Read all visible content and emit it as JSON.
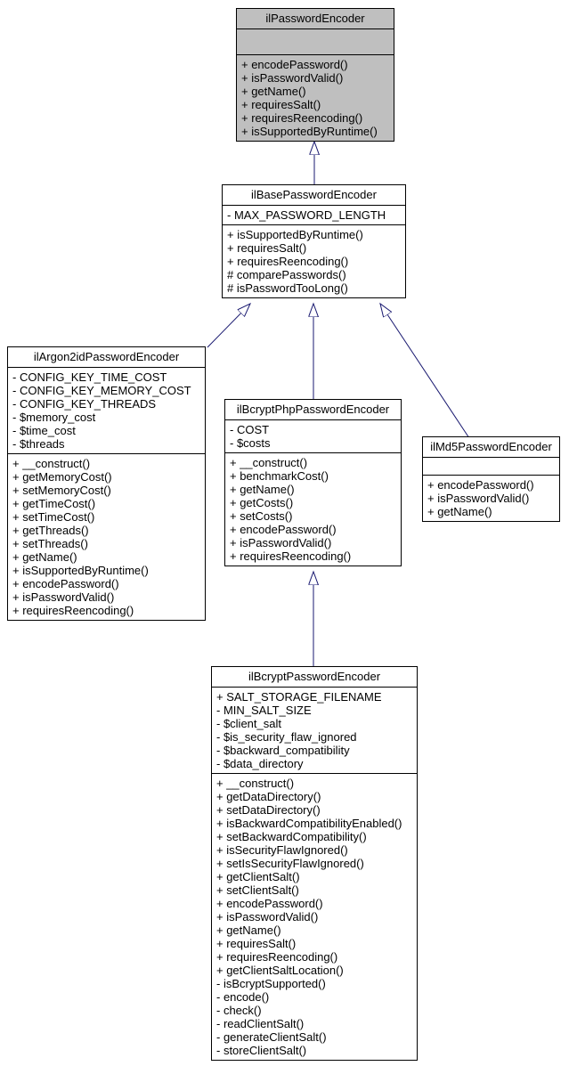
{
  "diagram": {
    "type": "uml-class-inheritance",
    "background_color": "#ffffff",
    "node_border_color": "#000000",
    "node_fill_color": "#ffffff",
    "highlight_fill_color": "#bfbfbf",
    "arrow_color": "#191970"
  },
  "classes": [
    {
      "title": "ilPasswordEncoder",
      "highlighted": true,
      "attributes": [],
      "methods": [
        "+ encodePassword()",
        "+ isPasswordValid()",
        "+ getName()",
        "+ requiresSalt()",
        "+ requiresReencoding()",
        "+ isSupportedByRuntime()"
      ]
    },
    {
      "title": "ilBasePasswordEncoder",
      "highlighted": false,
      "attributes": [
        "- MAX_PASSWORD_LENGTH"
      ],
      "methods": [
        "+ isSupportedByRuntime()",
        "+ requiresSalt()",
        "+ requiresReencoding()",
        "# comparePasswords()",
        "# isPasswordTooLong()"
      ]
    },
    {
      "title": "ilArgon2idPasswordEncoder",
      "highlighted": false,
      "attributes": [
        "- CONFIG_KEY_TIME_COST",
        "- CONFIG_KEY_MEMORY_COST",
        "- CONFIG_KEY_THREADS",
        "- $memory_cost",
        "- $time_cost",
        "- $threads"
      ],
      "methods": [
        "+ __construct()",
        "+ getMemoryCost()",
        "+ setMemoryCost()",
        "+ getTimeCost()",
        "+ setTimeCost()",
        "+ getThreads()",
        "+ setThreads()",
        "+ getName()",
        "+ isSupportedByRuntime()",
        "+ encodePassword()",
        "+ isPasswordValid()",
        "+ requiresReencoding()"
      ]
    },
    {
      "title": "ilBcryptPhpPasswordEncoder",
      "highlighted": false,
      "attributes": [
        "- COST",
        "- $costs"
      ],
      "methods": [
        "+ __construct()",
        "+ benchmarkCost()",
        "+ getName()",
        "+ getCosts()",
        "+ setCosts()",
        "+ encodePassword()",
        "+ isPasswordValid()",
        "+ requiresReencoding()"
      ]
    },
    {
      "title": "ilMd5PasswordEncoder",
      "highlighted": false,
      "attributes": [],
      "methods": [
        "+ encodePassword()",
        "+ isPasswordValid()",
        "+ getName()"
      ]
    },
    {
      "title": "ilBcryptPasswordEncoder",
      "highlighted": false,
      "attributes": [
        "+ SALT_STORAGE_FILENAME",
        "- MIN_SALT_SIZE",
        "- $client_salt",
        "- $is_security_flaw_ignored",
        "- $backward_compatibility",
        "- $data_directory"
      ],
      "methods": [
        "+ __construct()",
        "+ getDataDirectory()",
        "+ setDataDirectory()",
        "+ isBackwardCompatibilityEnabled()",
        "+ setBackwardCompatibility()",
        "+ isSecurityFlawIgnored()",
        "+ setIsSecurityFlawIgnored()",
        "+ getClientSalt()",
        "+ setClientSalt()",
        "+ encodePassword()",
        "+ isPasswordValid()",
        "+ getName()",
        "+ requiresSalt()",
        "+ requiresReencoding()",
        "+ getClientSaltLocation()",
        "- isBcryptSupported()",
        "- encode()",
        "- check()",
        "- readClientSalt()",
        "- generateClientSalt()",
        "- storeClientSalt()"
      ]
    }
  ],
  "edges": [
    {
      "from": "ilBasePasswordEncoder",
      "to": "ilPasswordEncoder",
      "type": "inheritance"
    },
    {
      "from": "ilArgon2idPasswordEncoder",
      "to": "ilBasePasswordEncoder",
      "type": "inheritance"
    },
    {
      "from": "ilBcryptPhpPasswordEncoder",
      "to": "ilBasePasswordEncoder",
      "type": "inheritance"
    },
    {
      "from": "ilMd5PasswordEncoder",
      "to": "ilBasePasswordEncoder",
      "type": "inheritance"
    },
    {
      "from": "ilBcryptPasswordEncoder",
      "to": "ilBcryptPhpPasswordEncoder",
      "type": "inheritance"
    }
  ]
}
